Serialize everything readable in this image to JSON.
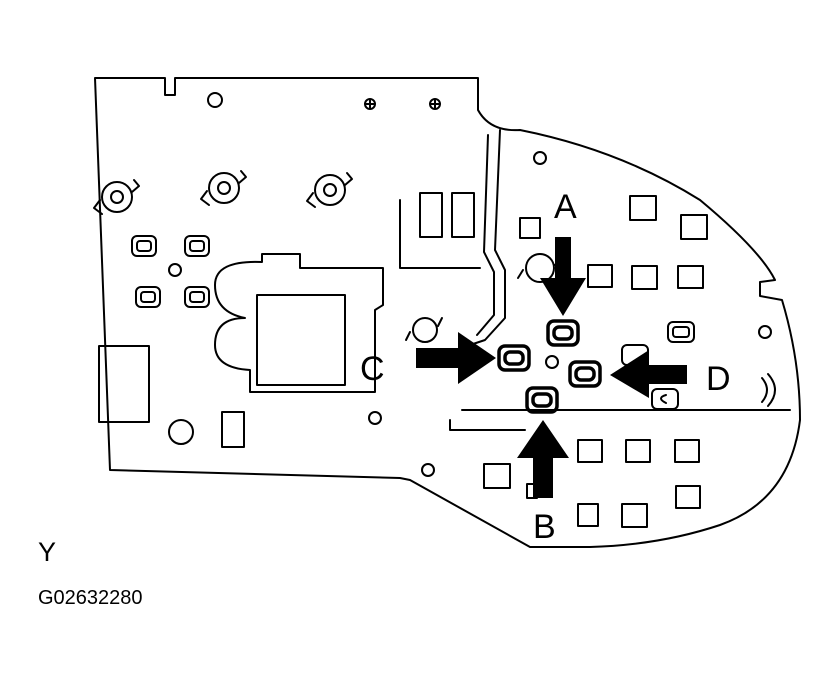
{
  "diagram": {
    "callouts": {
      "a": "A",
      "b": "B",
      "c": "C",
      "d": "D"
    },
    "view_label": "Y",
    "figure_code": "G02632280",
    "colors": {
      "line": "#000000",
      "background": "#ffffff"
    }
  }
}
